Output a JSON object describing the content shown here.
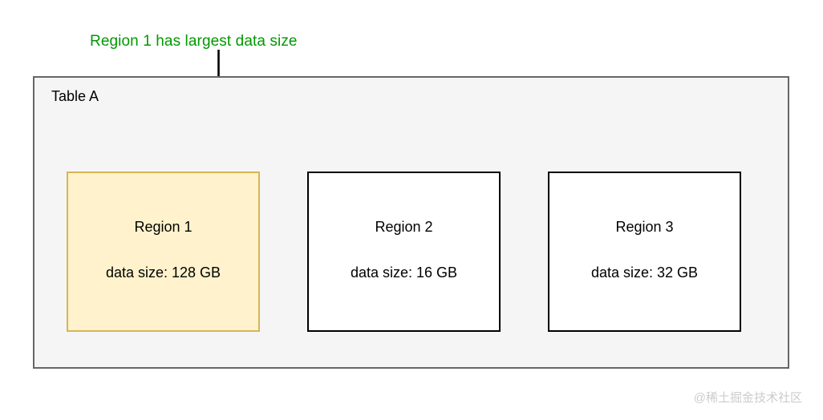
{
  "annotation": {
    "text": "Region 1 has largest data size",
    "color": "#009900",
    "arrow_icon": "down-arrow-icon"
  },
  "table": {
    "title": "Table A",
    "background": "#f5f5f5",
    "border_color": "#666666",
    "regions": [
      {
        "name": "Region 1",
        "size_label": "data size: 128 GB",
        "size_value": 128,
        "size_unit": "GB",
        "highlighted": true,
        "fill": "#fff2cc",
        "stroke": "#d6b656"
      },
      {
        "name": "Region 2",
        "size_label": "data size: 16 GB",
        "size_value": 16,
        "size_unit": "GB",
        "highlighted": false,
        "fill": "#ffffff",
        "stroke": "#000000"
      },
      {
        "name": "Region 3",
        "size_label": "data size: 32 GB",
        "size_value": 32,
        "size_unit": "GB",
        "highlighted": false,
        "fill": "#ffffff",
        "stroke": "#000000"
      }
    ]
  },
  "watermark": {
    "text": "@稀土掘金技术社区"
  }
}
